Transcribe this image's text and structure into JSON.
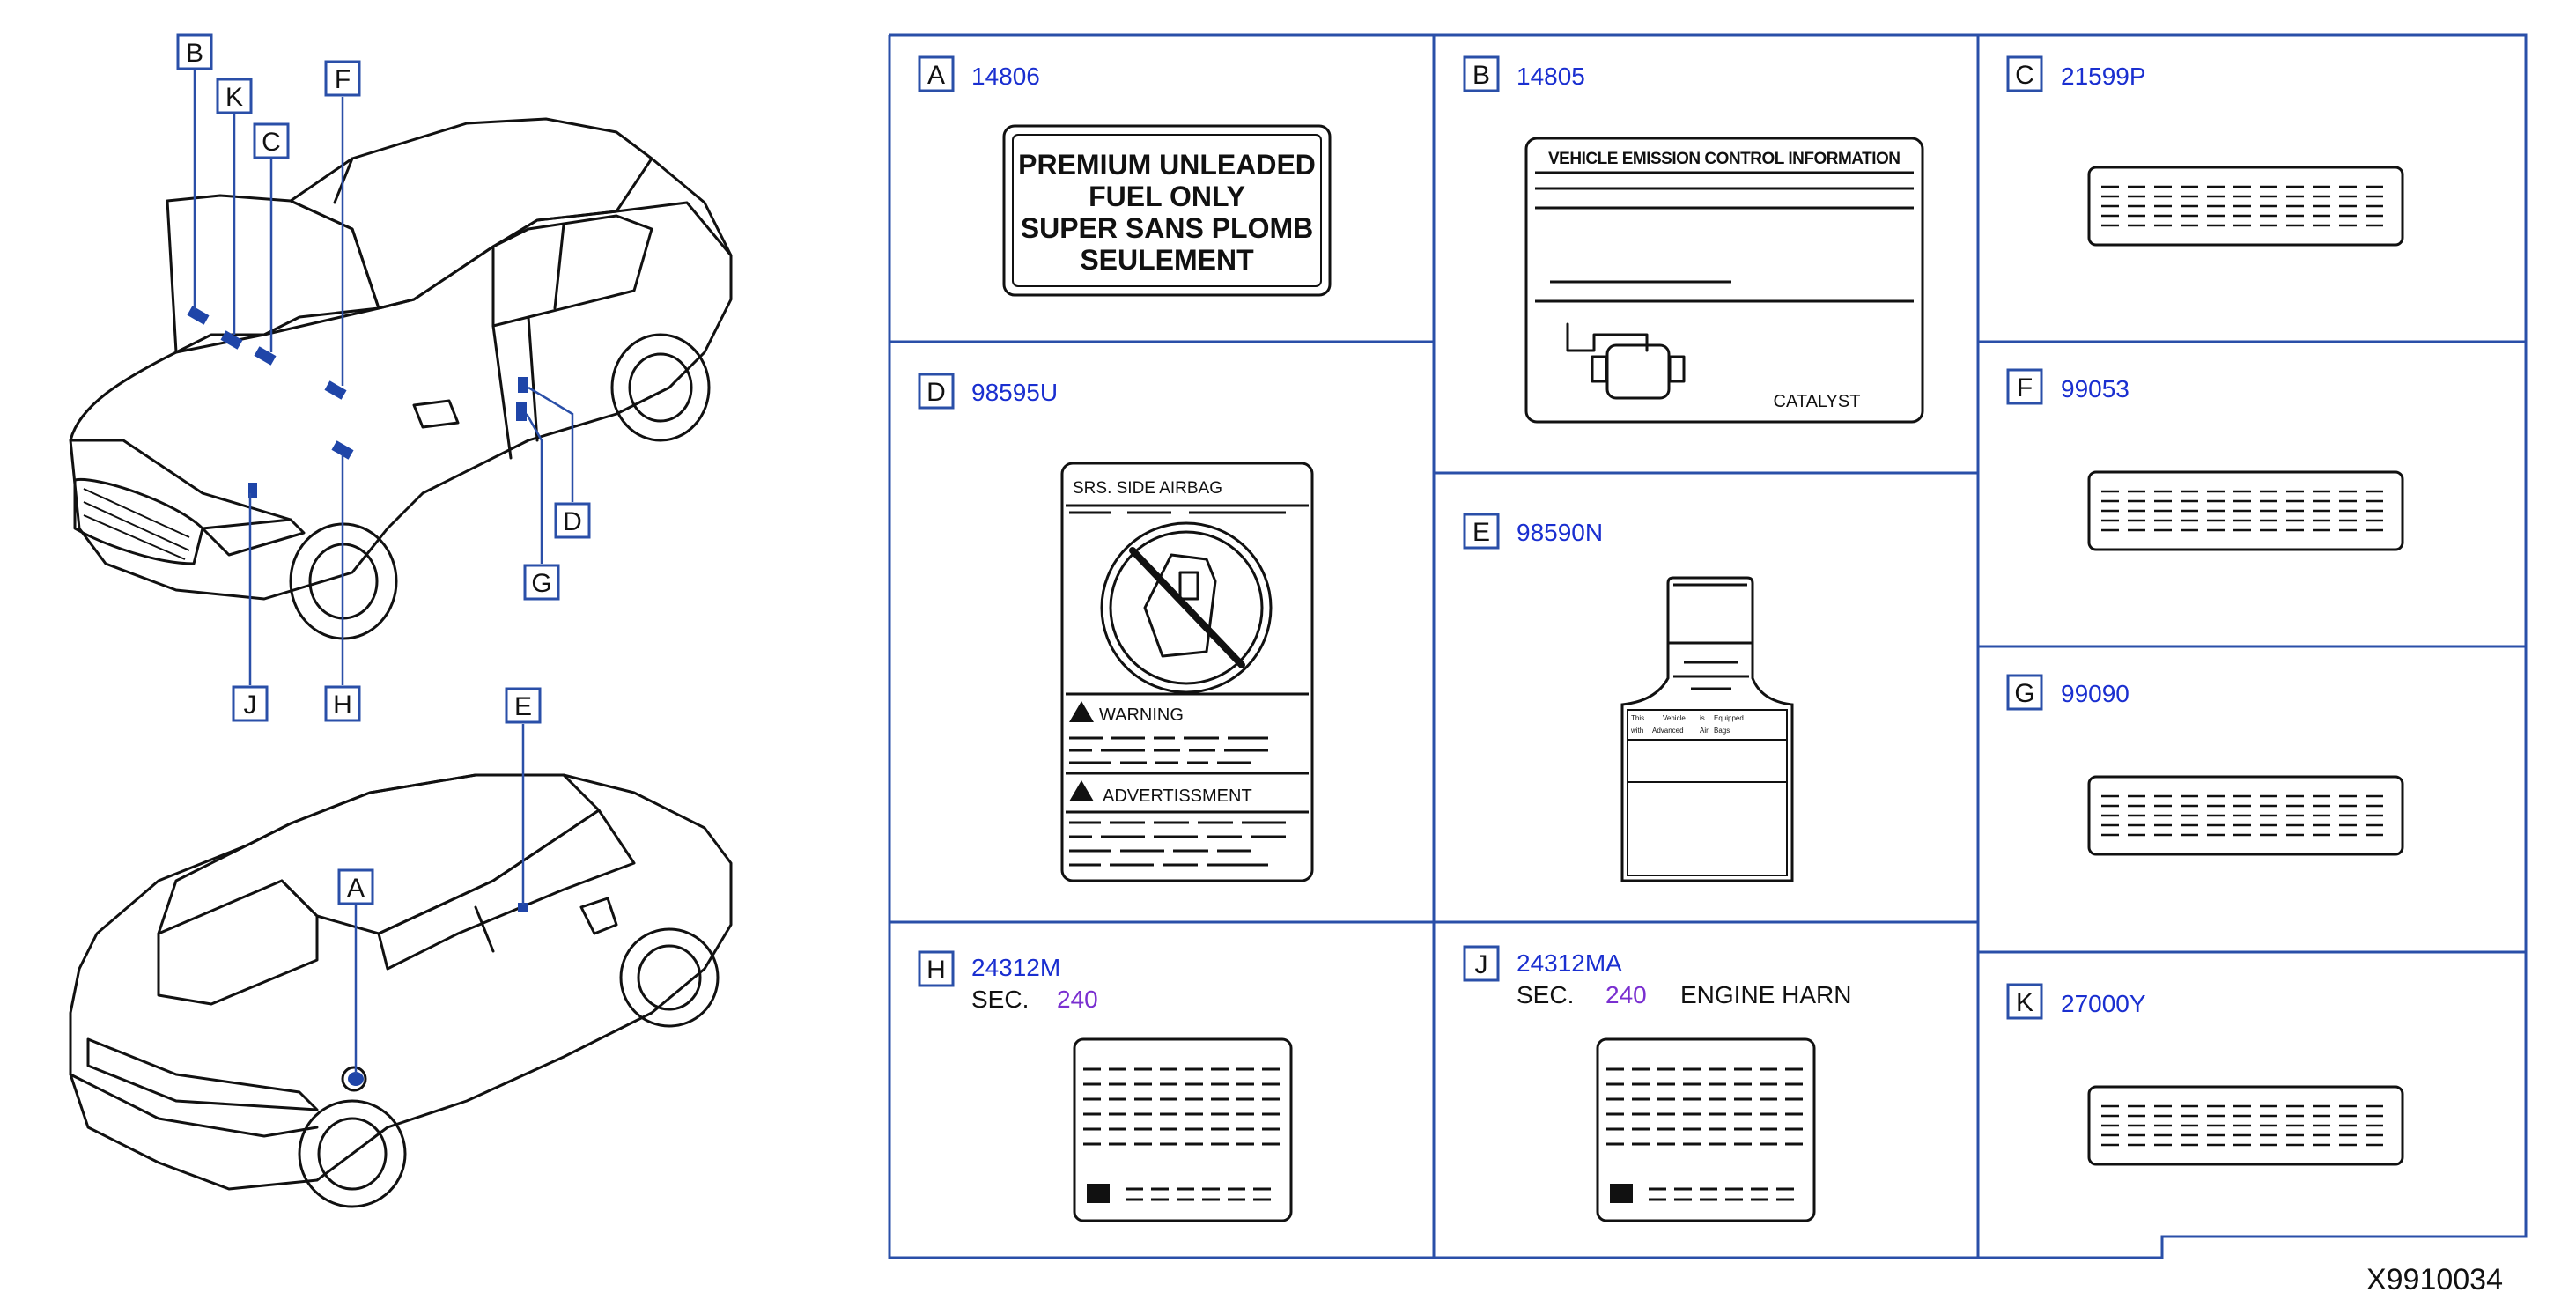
{
  "diagram_id": "X9910034",
  "callouts": [
    {
      "key": "B",
      "label": "B"
    },
    {
      "key": "K",
      "label": "K"
    },
    {
      "key": "C",
      "label": "C"
    },
    {
      "key": "F",
      "label": "F"
    },
    {
      "key": "D",
      "label": "D"
    },
    {
      "key": "G",
      "label": "G"
    },
    {
      "key": "J",
      "label": "J"
    },
    {
      "key": "H",
      "label": "H"
    },
    {
      "key": "E",
      "label": "E"
    },
    {
      "key": "A",
      "label": "A"
    }
  ],
  "cells": {
    "A": {
      "letter": "A",
      "part": "14806",
      "label_lines": [
        "PREMIUM UNLEADED",
        "FUEL  ONLY",
        "SUPER SANS PLOMB",
        "SEULEMENT"
      ]
    },
    "B": {
      "letter": "B",
      "part": "14805",
      "label_title": "VEHICLE EMISSION CONTROL INFORMATION",
      "label_footer": "CATALYST"
    },
    "C": {
      "letter": "C",
      "part": "21599P"
    },
    "D": {
      "letter": "D",
      "part": "98595U",
      "label_head": "SRS.   SIDE   AIRBAG",
      "warning": "WARNING",
      "advert": "ADVERTISSMENT"
    },
    "E": {
      "letter": "E",
      "part": "98590N",
      "tag_row1": [
        "This",
        "Vehicle",
        "is",
        "Equipped"
      ],
      "tag_row2": [
        "with",
        "Advanced",
        "Air",
        "Bags"
      ]
    },
    "F": {
      "letter": "F",
      "part": "99053"
    },
    "G": {
      "letter": "G",
      "part": "99090"
    },
    "H": {
      "letter": "H",
      "part": "24312M",
      "sec_label": "SEC.",
      "sec_num": "240"
    },
    "J": {
      "letter": "J",
      "part": "24312MA",
      "sec_label": "SEC.",
      "sec_num": "240",
      "extra": "ENGINE   HARN"
    },
    "K": {
      "letter": "K",
      "part": "27000Y"
    }
  }
}
